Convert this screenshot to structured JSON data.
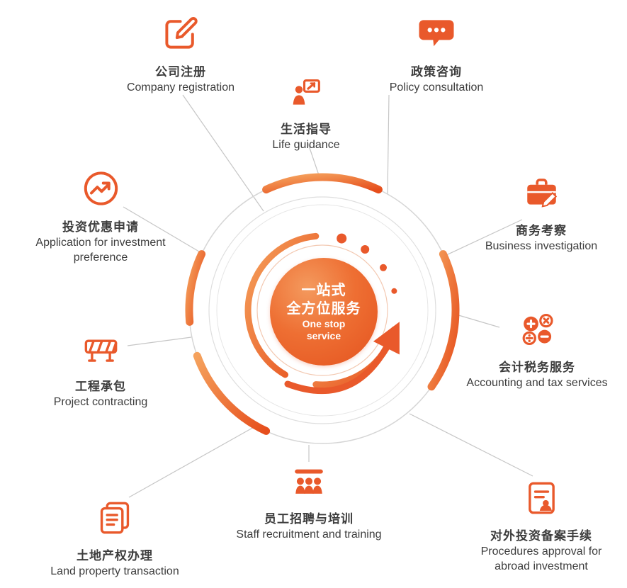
{
  "center": {
    "zh_line1": "一站式",
    "zh_line2": "全方位服务",
    "en_line1": "One stop",
    "en_line2": "service"
  },
  "items": [
    {
      "id": "company-registration",
      "zh": "公司注册",
      "en": "Company registration",
      "icon": "edit-square-icon"
    },
    {
      "id": "life-guidance",
      "zh": "生活指导",
      "en": "Life guidance",
      "icon": "presenter-icon"
    },
    {
      "id": "policy-consultation",
      "zh": "政策咨询",
      "en": "Policy consultation",
      "icon": "speech-bubble-icon"
    },
    {
      "id": "business-investigation",
      "zh": "商务考察",
      "en": "Business investigation",
      "icon": "briefcase-pencil-icon"
    },
    {
      "id": "accounting-tax-services",
      "zh": "会计税务服务",
      "en": "Accounting and tax services",
      "icon": "math-symbols-icon"
    },
    {
      "id": "abroad-investment",
      "zh": "对外投资备案手续",
      "en": "Procedures approval for abroad investment",
      "icon": "document-person-icon"
    },
    {
      "id": "staff-recruitment",
      "zh": "员工招聘与培训",
      "en": "Staff recruitment and training",
      "icon": "people-training-icon"
    },
    {
      "id": "land-property",
      "zh": "土地产权办理",
      "en": "Land property transaction",
      "icon": "documents-icon"
    },
    {
      "id": "project-contracting",
      "zh": "工程承包",
      "en": "Project contracting",
      "icon": "barrier-icon"
    },
    {
      "id": "investment-preference",
      "zh": "投资优惠申请",
      "en": "Application for investment preference",
      "icon": "growth-chart-icon"
    }
  ],
  "colors": {
    "primary": "#e9592b",
    "primary_light": "#f2914f",
    "text": "#3d3d3d",
    "line": "#c6c6c6",
    "ring": "#d6d6d6"
  }
}
